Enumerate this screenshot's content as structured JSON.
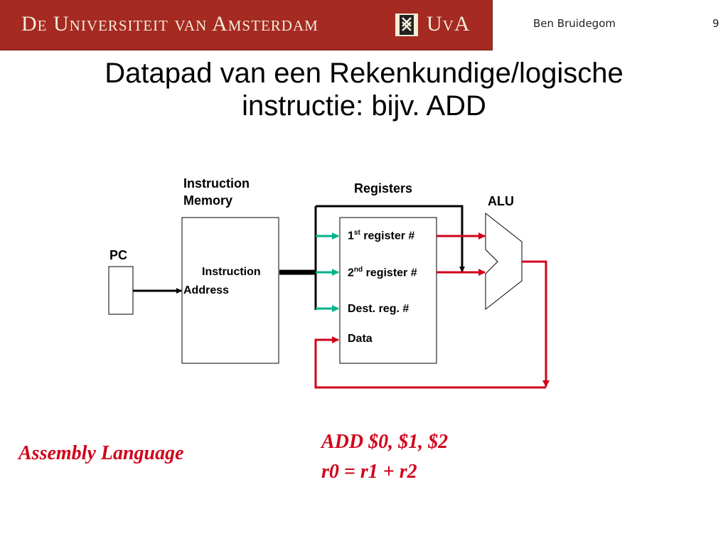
{
  "header": {
    "university_name": "De Universiteit van Amsterdam",
    "short_name": "UvA",
    "author": "Ben Bruidegom",
    "page_number": "9"
  },
  "slide": {
    "title_line1": "Datapad van een Rekenkundige/logische",
    "title_line2": "instructie: bijv. ADD"
  },
  "diagram": {
    "instruction_memory_label_line1": "Instruction",
    "instruction_memory_label_line2": "Memory",
    "registers_label": "Registers",
    "alu_label": "ALU",
    "pc_label": "PC",
    "instruction_port_label": "Instruction",
    "address_port_label": "Address",
    "reg1_label_prefix": "1",
    "reg1_label_sup": "st",
    "reg1_label_suffix": " register #",
    "reg2_label_prefix": "2",
    "reg2_label_sup": "nd",
    "reg2_label_suffix": " register #",
    "dest_label": "Dest. reg. #",
    "data_label": "Data",
    "colors": {
      "control": "#000000",
      "register_select": "#00b38a",
      "data_path": "#d0021b"
    }
  },
  "assembly": {
    "label": "Assembly Language",
    "instruction": "ADD $0, $1, $2",
    "meaning": "r0 = r1 + r2"
  }
}
